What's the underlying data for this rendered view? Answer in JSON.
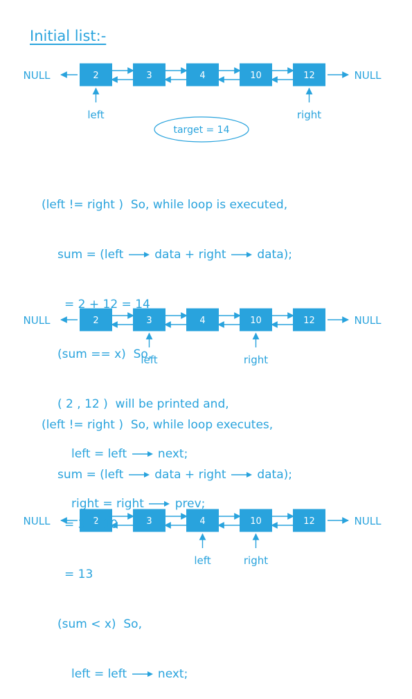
{
  "title": "Initial list:-",
  "colors": {
    "primary": "#29a3dd",
    "node_fill": "#29a3dd",
    "node_text": "#ffffff"
  },
  "null_label": "NULL",
  "nodes": [
    "2",
    "3",
    "4",
    "10",
    "12"
  ],
  "target_label": "target = 14",
  "pointer_left": "left",
  "pointer_right": "right",
  "diagrams": [
    {
      "left_index": 0,
      "right_index": 4
    },
    {
      "left_index": 1,
      "right_index": 3
    },
    {
      "left_index": 2,
      "right_index": 3
    }
  ],
  "step1": {
    "l1": "(left != right )  So, while loop is executed,",
    "l2a": "sum = (left ",
    "l2b": " data + right ",
    "l2c": " data);",
    "l3": "= 2 + 12 = 14",
    "l4": "(sum == x)  So,",
    "l5": "( 2 , 12 )  will be printed and,",
    "l6a": "left = left ",
    "l6b": " next;",
    "l7a": "right = right ",
    "l7b": " prev;"
  },
  "step2": {
    "l1": "(left != right )  So, while loop executes,",
    "l2a": "sum = (left ",
    "l2b": " data + right ",
    "l2c": " data);",
    "l3": "= 3 + 10",
    "l4": "= 13",
    "l5": "(sum < x)  So,",
    "l6a": "left = left ",
    "l6b": " next;"
  }
}
